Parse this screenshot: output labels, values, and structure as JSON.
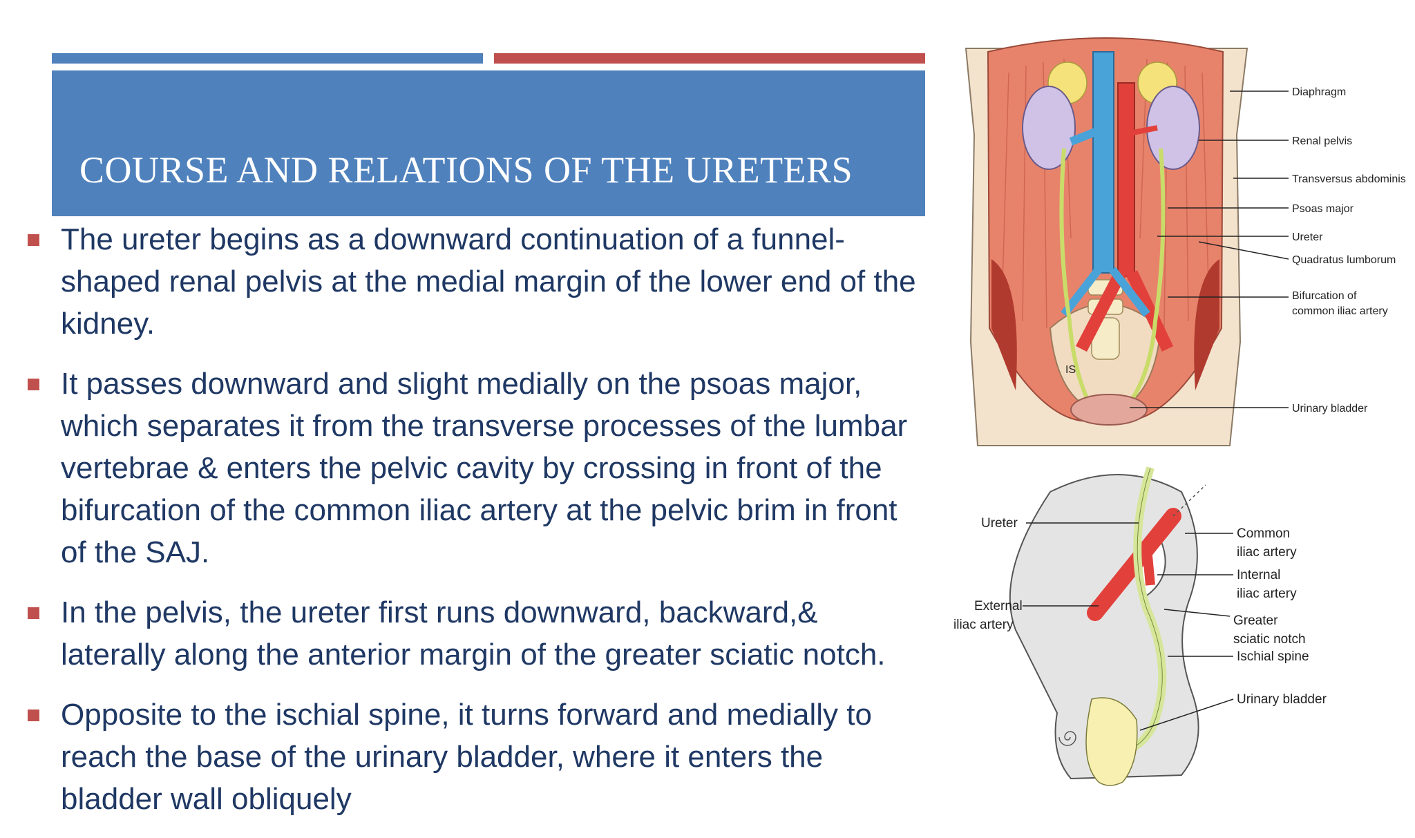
{
  "slide": {
    "title": "COURSE AND RELATIONS OF THE URETERS",
    "bullets": [
      "The ureter begins as a downward continuation of a funnel-shaped renal pelvis at the medial margin of the lower end of the kidney.",
      "It passes downward and slight medially on the psoas major, which separates it from the transverse processes of the lumbar vertebrae & enters the pelvic cavity by crossing in front of the bifurcation of the common iliac artery at the pelvic brim in front of the SAJ.",
      "In the pelvis, the ureter first runs downward, backward,& laterally along the anterior margin of the greater sciatic notch.",
      "Opposite to the ischial spine, it turns forward and medially to reach the base of the urinary bladder, where it enters the bladder wall obliquely"
    ]
  },
  "figure_top": {
    "labels": {
      "diaphragm": "Diaphragm",
      "renal_pelvis": "Renal pelvis",
      "transversus": "Transversus abdominis",
      "psoas": "Psoas major",
      "ureter": "Ureter",
      "quadratus": "Quadratus lumborum",
      "bifurcation_1": "Bifurcation of",
      "bifurcation_2": "common iliac artery",
      "bladder": "Urinary bladder",
      "is": "IS"
    }
  },
  "figure_bottom": {
    "labels": {
      "ureter": "Ureter",
      "external_1": "External",
      "external_2": "iliac artery",
      "common_1": "Common",
      "common_2": "iliac artery",
      "internal_1": "Internal",
      "internal_2": "iliac artery",
      "greater_1": "Greater",
      "greater_2": "sciatic notch",
      "ischial": "Ischial spine",
      "bladder": "Urinary bladder"
    }
  },
  "colors": {
    "accent_blue": "#4f81bd",
    "accent_red": "#c0504d",
    "text": "#1f3864"
  }
}
